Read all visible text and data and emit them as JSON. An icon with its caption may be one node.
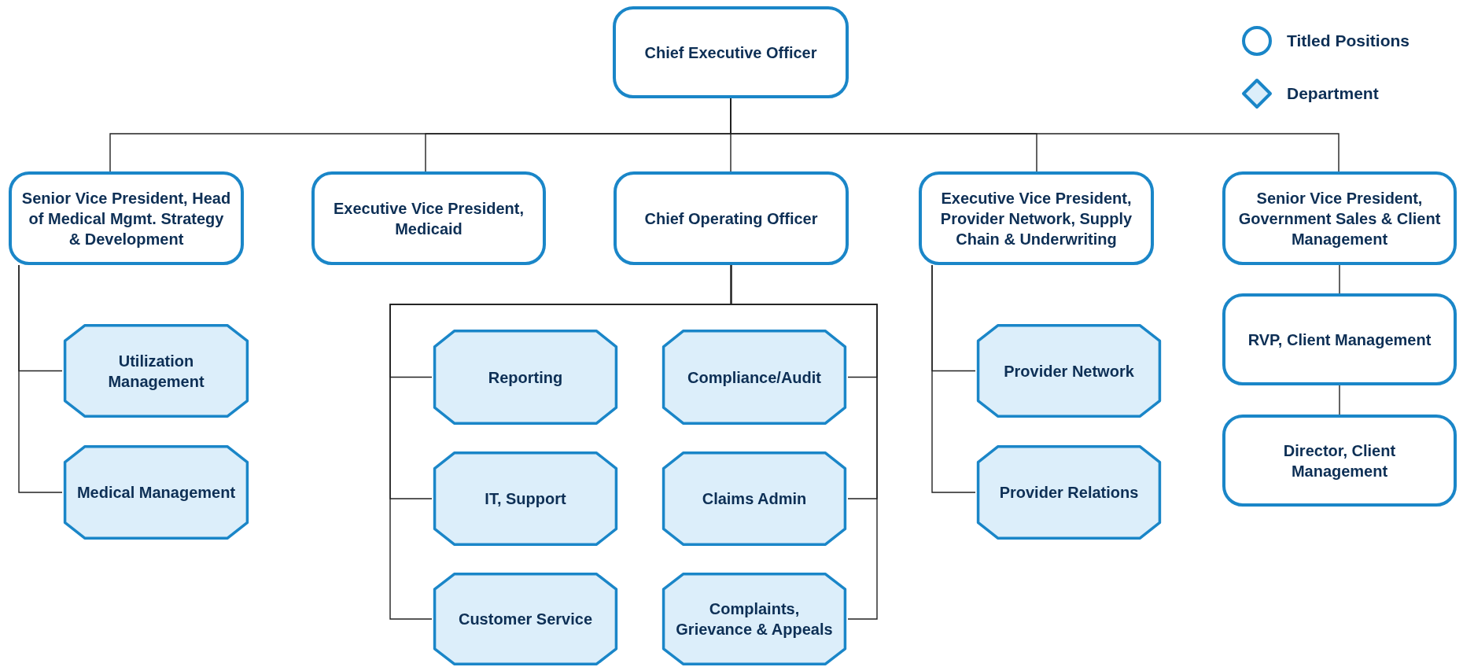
{
  "diagram": {
    "nodes": [
      {
        "text": [
          "Chief Executive Officer"
        ]
      },
      {
        "text": [
          "Senior Vice President, Head of Medical Mgmt. Strategy & Development"
        ]
      },
      {
        "text": [
          "Executive Vice President, Medicaid"
        ]
      },
      {
        "text": [
          "Chief Operating Officer"
        ]
      },
      {
        "text": [
          "Executive Vice President, Provider Network, Supply Chain & Underwriting"
        ]
      },
      {
        "text": [
          "Senior Vice President, Government Sales & Client Management"
        ]
      },
      {
        "text": [
          "Utilization Management"
        ]
      },
      {
        "text": [
          "Medical Management"
        ]
      },
      {
        "text": [
          "Reporting"
        ]
      },
      {
        "text": [
          "Compliance/Audit"
        ]
      },
      {
        "text": [
          "IT, Support"
        ]
      },
      {
        "text": [
          "Claims Admin"
        ]
      },
      {
        "text": [
          "Customer Service"
        ]
      },
      {
        "text": [
          "Complaints, Grievance & Appeals"
        ]
      },
      {
        "text": [
          "Provider Network"
        ]
      },
      {
        "text": [
          "Provider Relations"
        ]
      },
      {
        "text": [
          "RVP, Client Management"
        ]
      },
      {
        "text": [
          "Director, Client Management"
        ]
      }
    ],
    "edges": [
      {
        "from": 0,
        "to": 1,
        "arrow": "none"
      },
      {
        "from": 0,
        "to": 2,
        "arrow": "none"
      },
      {
        "from": 0,
        "to": 3,
        "arrow": "none"
      },
      {
        "from": 0,
        "to": 4,
        "arrow": "none"
      },
      {
        "from": 0,
        "to": 5,
        "arrow": "none"
      },
      {
        "from": 1,
        "to": 6,
        "arrow": "none"
      },
      {
        "from": 1,
        "to": 7,
        "arrow": "none"
      },
      {
        "from": 3,
        "to": 8,
        "arrow": "none"
      },
      {
        "from": 3,
        "to": 9,
        "arrow": "none"
      },
      {
        "from": 3,
        "to": 10,
        "arrow": "none"
      },
      {
        "from": 3,
        "to": 11,
        "arrow": "none"
      },
      {
        "from": 3,
        "to": 12,
        "arrow": "none"
      },
      {
        "from": 3,
        "to": 13,
        "arrow": "none"
      },
      {
        "from": 4,
        "to": 14,
        "arrow": "none"
      },
      {
        "from": 4,
        "to": 15,
        "arrow": "none"
      },
      {
        "from": 5,
        "to": 16,
        "arrow": "none"
      },
      {
        "from": 16,
        "to": 17,
        "arrow": "none"
      }
    ],
    "legend": [
      {
        "text": "Titled Positions"
      },
      {
        "text": "Department"
      }
    ]
  }
}
